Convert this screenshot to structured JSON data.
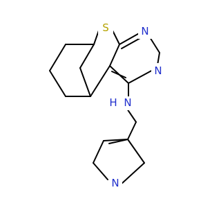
{
  "molecule": {
    "atoms": {
      "S": "S",
      "N1": "N",
      "N2": "N",
      "NH_N": "N",
      "NH_H": "H",
      "N_pyridine": "N"
    },
    "colors": {
      "bond": "#000000",
      "S": "#b5a300",
      "N": "#1f2ecc",
      "background": "#ffffff"
    }
  }
}
